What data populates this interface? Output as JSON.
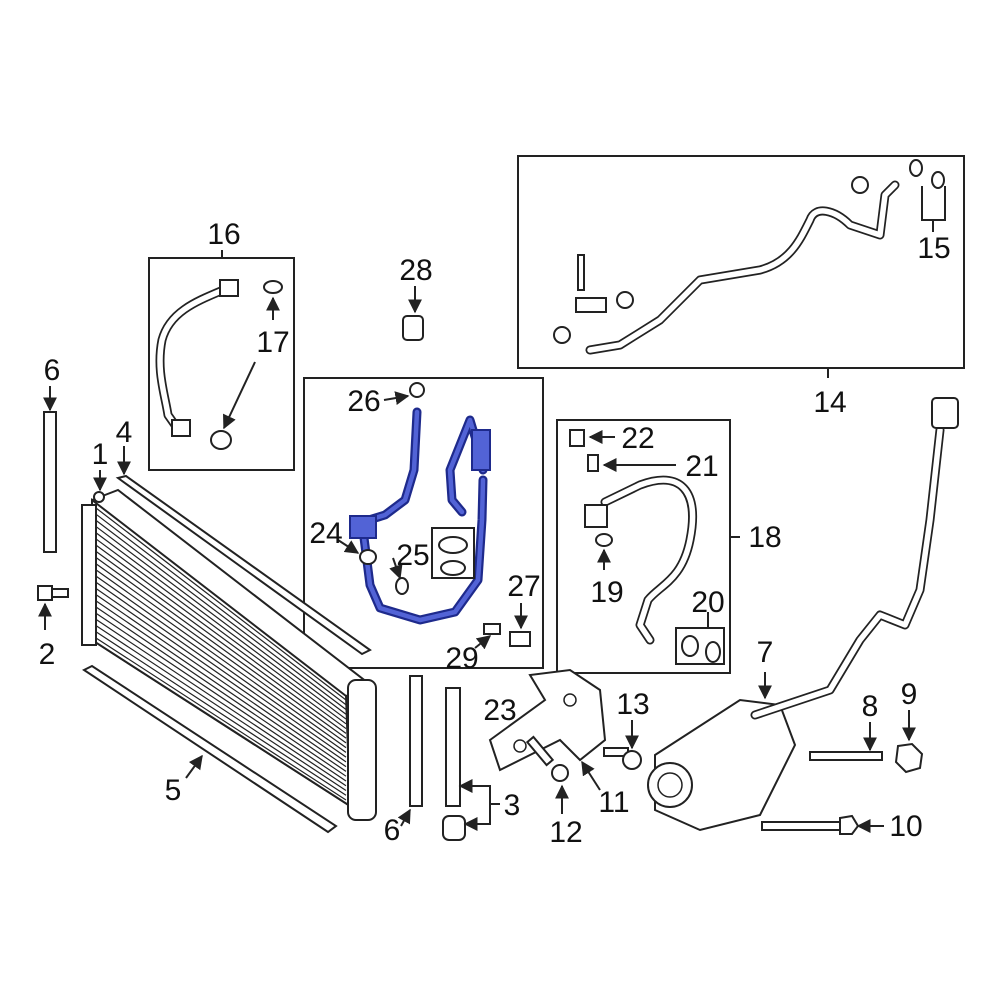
{
  "diagram": {
    "highlight_color": "#2b3aa8",
    "line_color": "#222222",
    "background": "#ffffff",
    "callouts": [
      "1",
      "2",
      "3",
      "4",
      "5",
      "6",
      "6",
      "7",
      "8",
      "9",
      "10",
      "11",
      "12",
      "13",
      "14",
      "15",
      "16",
      "17",
      "18",
      "19",
      "20",
      "21",
      "22",
      "23",
      "24",
      "25",
      "26",
      "27",
      "28",
      "29"
    ],
    "highlighted_part": "23"
  }
}
